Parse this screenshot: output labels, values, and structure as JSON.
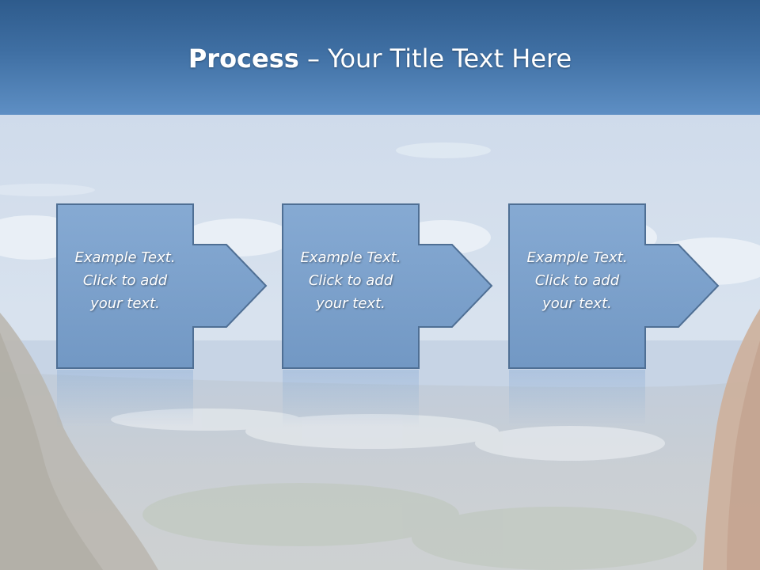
{
  "slide": {
    "title_bold": "Process",
    "title_rest": " – Your Title Text Here"
  },
  "steps": [
    {
      "line1": "Example Text.",
      "line2": "Click  to add",
      "line3": "your text."
    },
    {
      "line1": "Example Text.",
      "line2": "Click  to add",
      "line3": "your text."
    },
    {
      "line1": "Example Text.",
      "line2": "Click  to add",
      "line3": "your text."
    }
  ],
  "colors": {
    "header_top": "#2e5b8c",
    "header_bottom": "#5e8fc4",
    "box_fill": "#7ea3cd",
    "box_stroke": "#4f6f94",
    "text": "#ffffff"
  },
  "icons": [
    "arrow-right-icon"
  ]
}
